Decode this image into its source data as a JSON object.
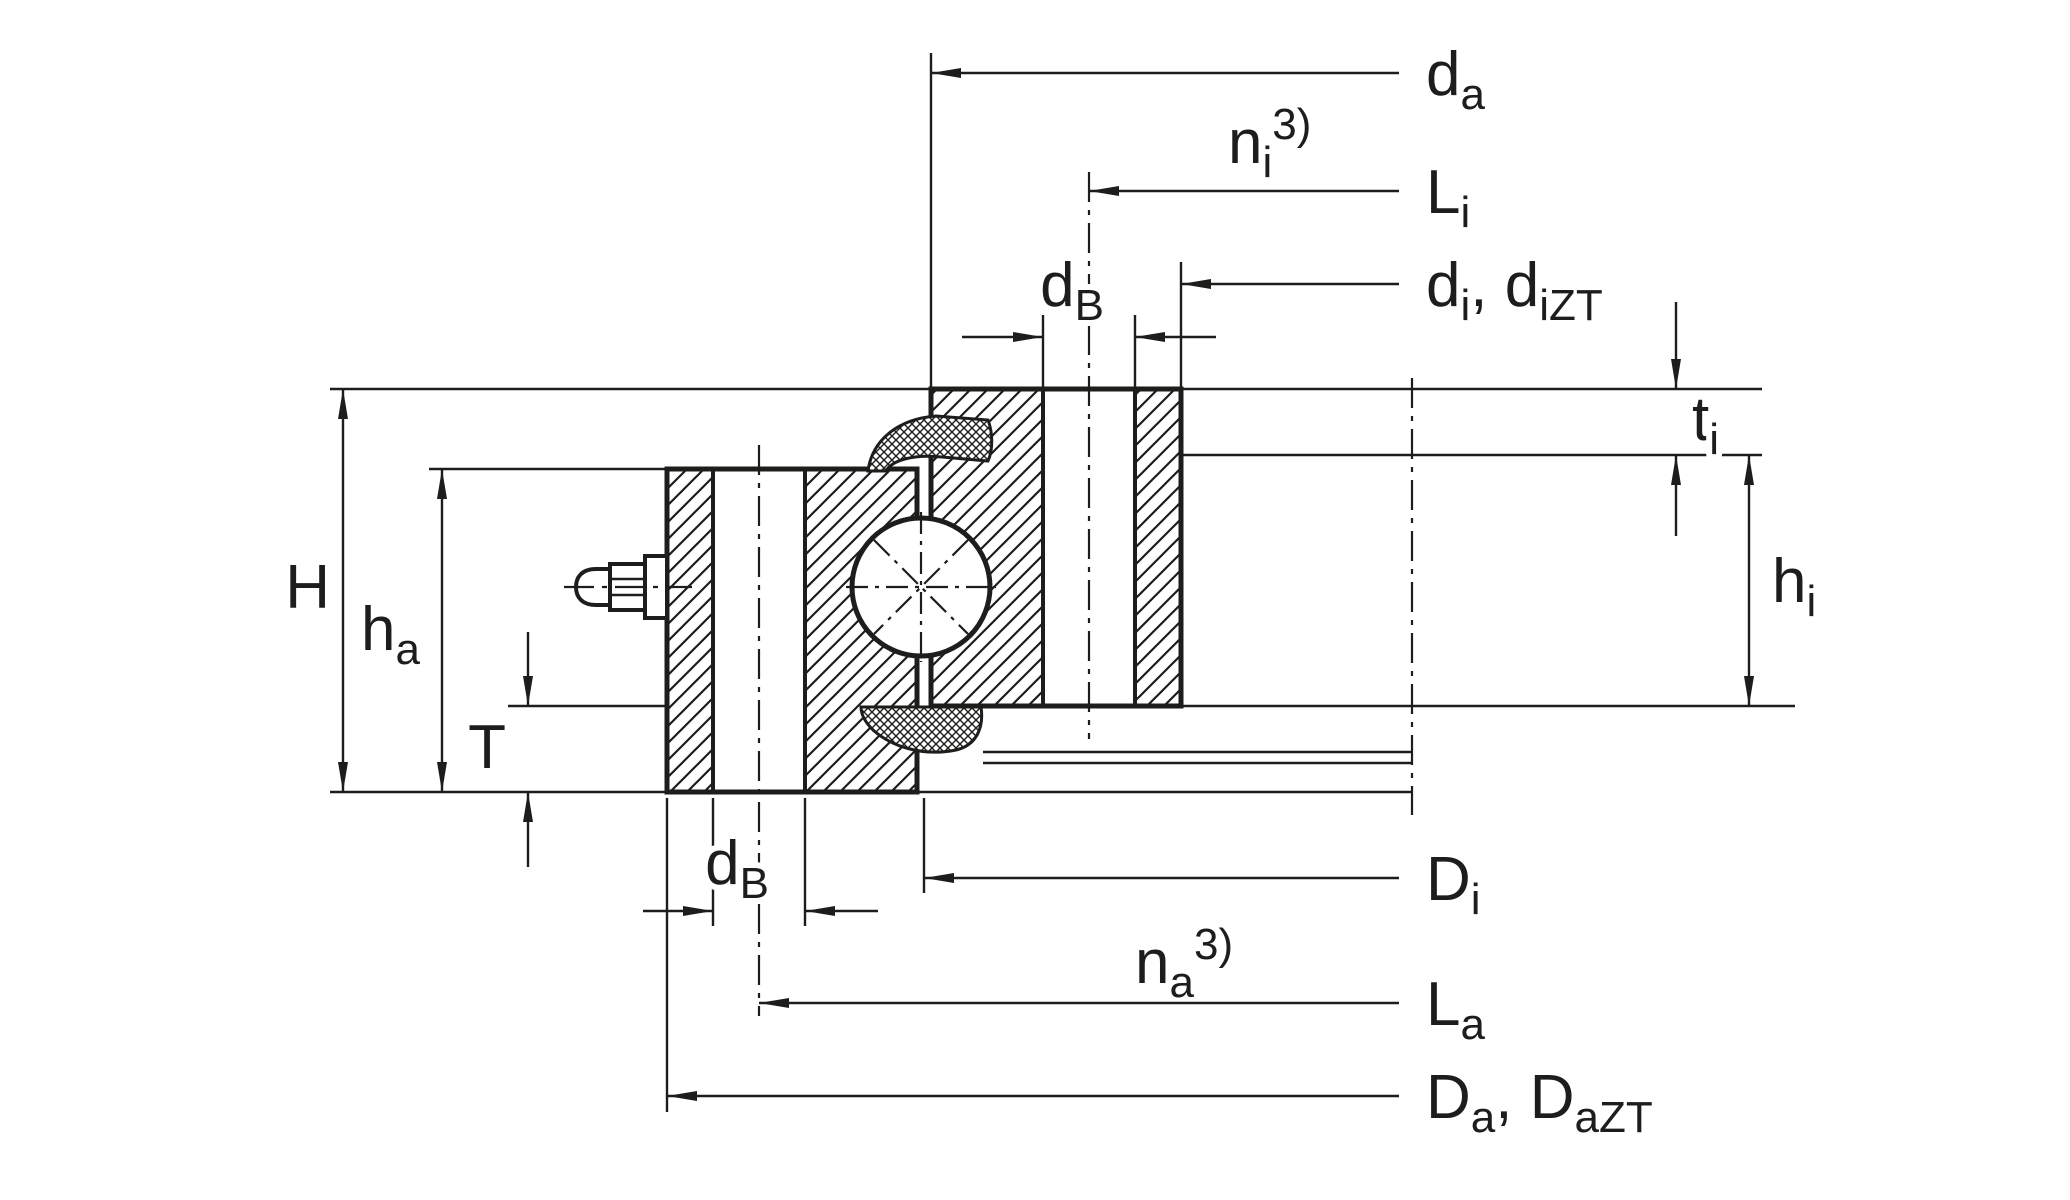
{
  "colors": {
    "line": "#1d1d1b",
    "background": "#ffffff"
  },
  "labels": {
    "d_a": {
      "parts": [
        "d",
        "a"
      ]
    },
    "n_i": {
      "parts": [
        "n",
        "i",
        "3)"
      ]
    },
    "L_i": {
      "parts": [
        "L",
        "i"
      ]
    },
    "d_B_top": {
      "parts": [
        "d",
        "B"
      ]
    },
    "d_i_d_iZT": {
      "parts": [
        "d",
        "i",
        ", d",
        "iZT"
      ]
    },
    "t_i": {
      "parts": [
        "t",
        "i"
      ]
    },
    "h_i": {
      "parts": [
        "h",
        "i"
      ]
    },
    "H": {
      "parts": [
        "H"
      ]
    },
    "h_a": {
      "parts": [
        "h",
        "a"
      ]
    },
    "T": {
      "parts": [
        "T"
      ]
    },
    "d_B_bottom": {
      "parts": [
        "d",
        "B"
      ]
    },
    "D_i": {
      "parts": [
        "D",
        "i"
      ]
    },
    "n_a": {
      "parts": [
        "n",
        "a",
        "3)"
      ]
    },
    "L_a": {
      "parts": [
        "L",
        "a"
      ]
    },
    "D_a_D_aZT": {
      "parts": [
        "D",
        "a",
        ", D",
        "aZT"
      ]
    }
  }
}
